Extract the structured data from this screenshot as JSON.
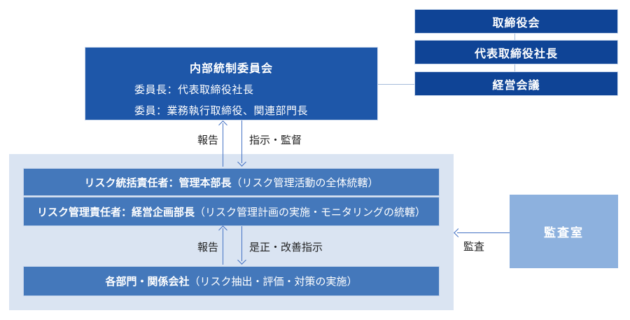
{
  "diagram": {
    "top_stack": {
      "board": "取締役会",
      "president": "代表取締役社長",
      "management_meeting": "経営会議"
    },
    "committee": {
      "title": "内部統制委員会",
      "member_line1": "委員長：代表取締役社長",
      "member_line2": "委員：業務執行取締役、関連部門長"
    },
    "risk_container": {
      "bars": [
        {
          "bold": "リスク統括責任者：管理本部長",
          "normal": "（リスク管理活動の全体統轄）"
        },
        {
          "bold": "リスク管理責任者：経営企画部長",
          "normal": "（リスク管理計画の実施・モニタリングの統轄）"
        },
        {
          "bold": "各部門・関係会社",
          "normal": "（リスク抽出・評価・対策の実施）"
        }
      ]
    },
    "audit_box": {
      "label": "監査室"
    },
    "flow_labels": {
      "upper_report": "報告",
      "upper_direct": "指示・監督",
      "lower_report": "報告",
      "lower_correct": "是正・改善指示",
      "audit": "監査"
    },
    "colors": {
      "dark_blue": "#0f4496",
      "committee_blue": "#1e57a9",
      "bar_blue": "#4478bb",
      "container_light_blue": "#dae4f2",
      "audit_blue": "#8db1de",
      "arrow_blue": "#4472c4",
      "connector_blue": "#a5bcda",
      "text_white": "#ffffff",
      "label_black": "#1f1f1f"
    }
  }
}
